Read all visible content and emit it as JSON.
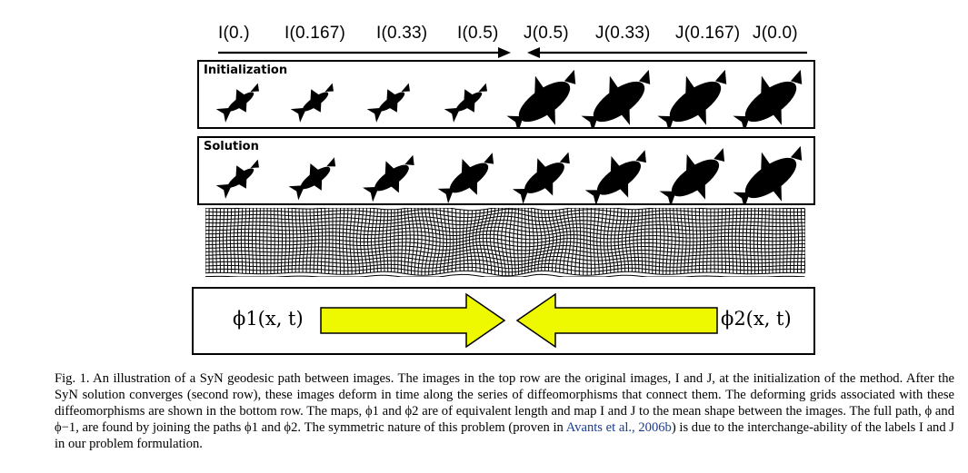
{
  "figure": {
    "top_labels": [
      "I(0.)",
      "I(0.167)",
      "I(0.33)",
      "I(0.5)",
      "J(0.5)",
      "J(0.33)",
      "J(0.167)",
      "J(0.0)"
    ],
    "panels": {
      "initialization": "Initialization",
      "solution": "Solution"
    },
    "maps": {
      "left": "ϕ1(x, t)",
      "right": "ϕ2(x, t)"
    },
    "arrow_color": "#eef900"
  },
  "caption": {
    "text": "Fig. 1. An illustration of a SyN geodesic path between images. The images in the top row are the original images, I and J, at the initialization of the method. After the SyN solution converges (second row), these images deform in time along the series of diffeomorphisms that connect them. The deforming grids associated with these diffeomorphisms are shown in the bottom row. The maps, ϕ1 and ϕ2 are of equivalent length and map I and J to the mean shape between the images. The full path, ϕ and ϕ−1, are found by joining the paths ϕ1 and ϕ2. The symmetric nature of this problem (proven in",
    "link": "Avants et al., 2006b",
    "tail": ") is due to the interchange-ability of the labels I and J in our problem formulation."
  }
}
